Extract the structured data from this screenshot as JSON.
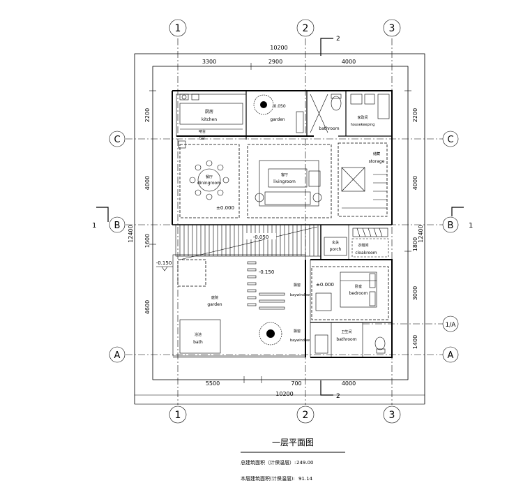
{
  "axes": {
    "num1": "1",
    "num2": "2",
    "num3": "3",
    "letA": "A",
    "letB": "B",
    "letC": "C",
    "sub1A": "1/A"
  },
  "dimensions": {
    "top_total": "10200",
    "top_segments": [
      "3300",
      "2900",
      "4000"
    ],
    "bottom_segments": [
      "5500",
      "700",
      "4000"
    ],
    "bottom_total": "10200",
    "left_total": "12400",
    "left_segments": [
      "2200",
      "4000",
      "1600",
      "4600"
    ],
    "right_total": "12400",
    "right_segments": [
      "2200",
      "4000",
      "1800",
      "3000",
      "1400"
    ]
  },
  "section_marks": {
    "vertical": "2",
    "horizontal": "1"
  },
  "rooms": {
    "kitchen_cn": "厨房",
    "kitchen_en": "kitchen",
    "bar_cn": "吧台",
    "bar_en": "bar",
    "inner_garden": "garden",
    "bathroom_top": "bathroom",
    "housekeeping_cn": "家政间",
    "housekeeping_en": "housekeeping",
    "storage_cn": "储藏",
    "storage_en": "storage",
    "dining_cn": "餐厅",
    "dining_en": "diningroom",
    "living_cn": "客厅",
    "living_en": "livingroom",
    "porch_cn": "玄关",
    "porch_en": "porch",
    "cloak_cn": "衣帽间",
    "cloak_en": "cloakroom",
    "bedroom_cn": "卧室",
    "bedroom_en": "bedroom",
    "baywin1_cn": "飘窗",
    "baywin1_en": "baywindow",
    "baywin2_cn": "飘窗",
    "baywin2_en": "baywindow",
    "bath_small_cn": "卫生间",
    "bath_small_en": "bathroom",
    "garden_cn": "庭院",
    "garden_en": "garden",
    "pool_cn": "浴池",
    "pool_en": "bath"
  },
  "levels": {
    "dining": "±0.000",
    "bedroom": "±0.000",
    "corridor": "-0.050",
    "garden": "-0.150",
    "outside": "-0.150",
    "inner_garden": "-0.050"
  },
  "title": "一层平面图",
  "stats": {
    "total_label": "总建筑面积（计保温层）:",
    "total_value": "249.00",
    "floor_label": "本层建筑面积(计保温层):",
    "floor_value": "91.14"
  }
}
